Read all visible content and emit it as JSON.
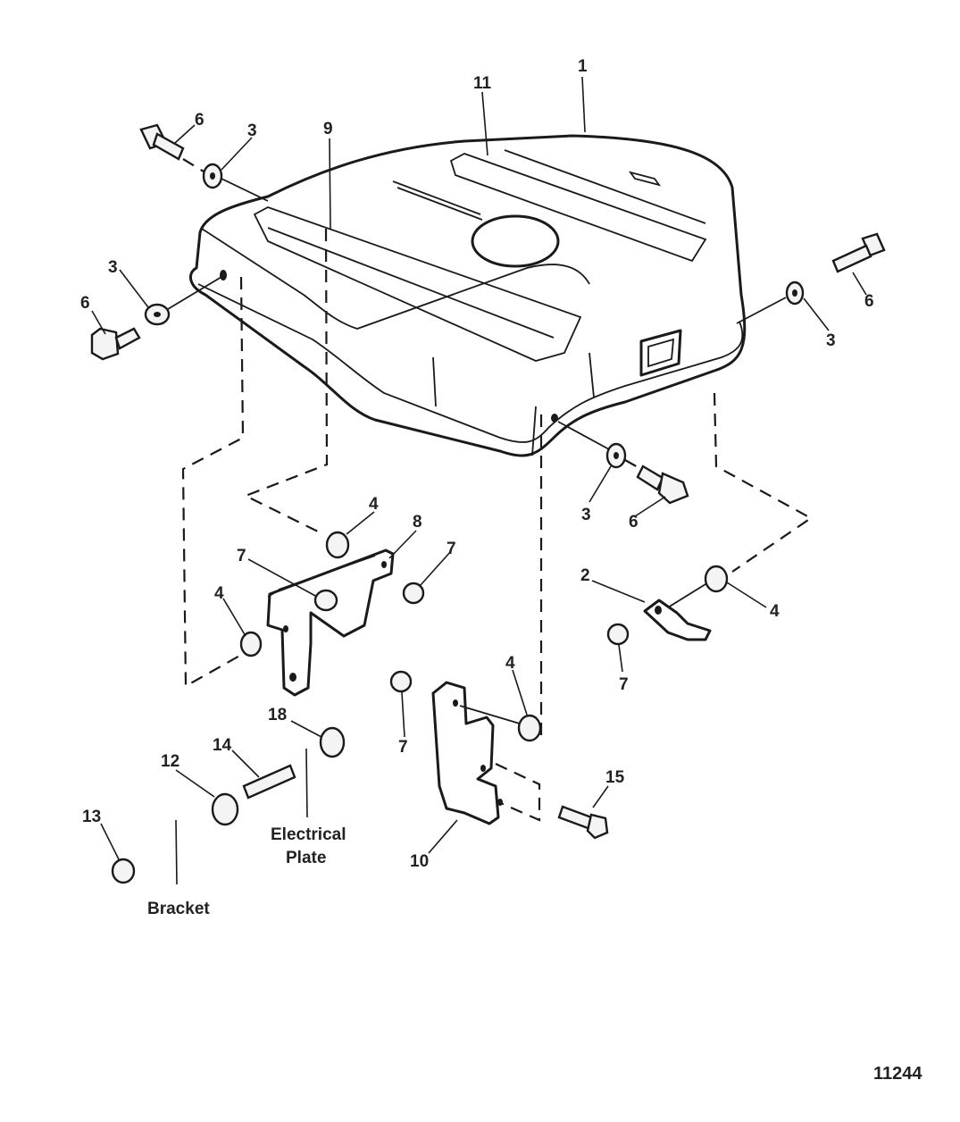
{
  "diagram": {
    "figure_number": "11244",
    "callouts": {
      "c1": "1",
      "c11": "11",
      "c9": "9",
      "c6a": "6",
      "c3a": "3",
      "c3b": "3",
      "c6b": "6",
      "c6c": "6",
      "c3c": "3",
      "c3d": "3",
      "c6d": "6",
      "c4a": "4",
      "c8": "8",
      "c7a": "7",
      "c7b": "7",
      "c4b": "4",
      "c2": "2",
      "c4c": "4",
      "c7c": "7",
      "c4d": "4",
      "c7d": "7",
      "c18": "18",
      "c14": "14",
      "c12": "12",
      "c13": "13",
      "c15": "15",
      "c10": "10"
    },
    "labels": {
      "electrical_line1": "Electrical",
      "electrical_line2": "Plate",
      "bracket": "Bracket"
    }
  }
}
